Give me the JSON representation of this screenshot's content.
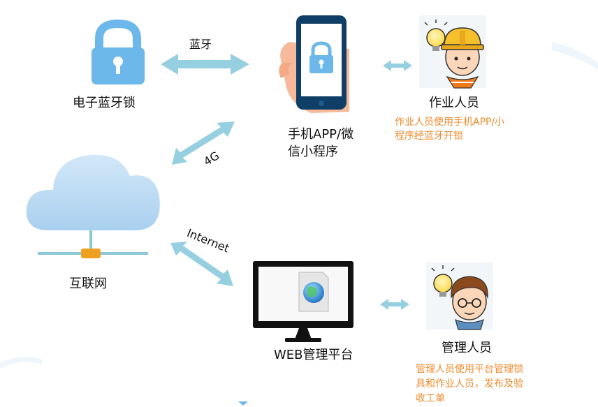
{
  "nodes": {
    "lock": {
      "label": "电子蓝牙锁"
    },
    "phone": {
      "label_line1": "手机APP/微",
      "label_line2": "信小程序"
    },
    "worker": {
      "label": "作业人员",
      "note_line1": "作业人员使用手机APP/小",
      "note_line2": "程序经蓝牙开锁"
    },
    "internet": {
      "label": "互联网"
    },
    "web": {
      "label": "WEB管理平台"
    },
    "manager": {
      "label": "管理人员",
      "note_line1": "管理人员使用平台管理锁",
      "note_line2": "具和作业人员，发布及验",
      "note_line3": "收工单"
    }
  },
  "edges": {
    "bluetooth": "蓝牙",
    "mobile": "4G",
    "internet": "Internet"
  },
  "colors": {
    "lock_blue": "#6cb8ea",
    "arrow": "#95cfe0",
    "cloud": "#bfdcf3",
    "note_orange": "#f08a2c",
    "hardhat_yellow": "#f5c02c",
    "bulb_yellow": "#ffe066"
  }
}
